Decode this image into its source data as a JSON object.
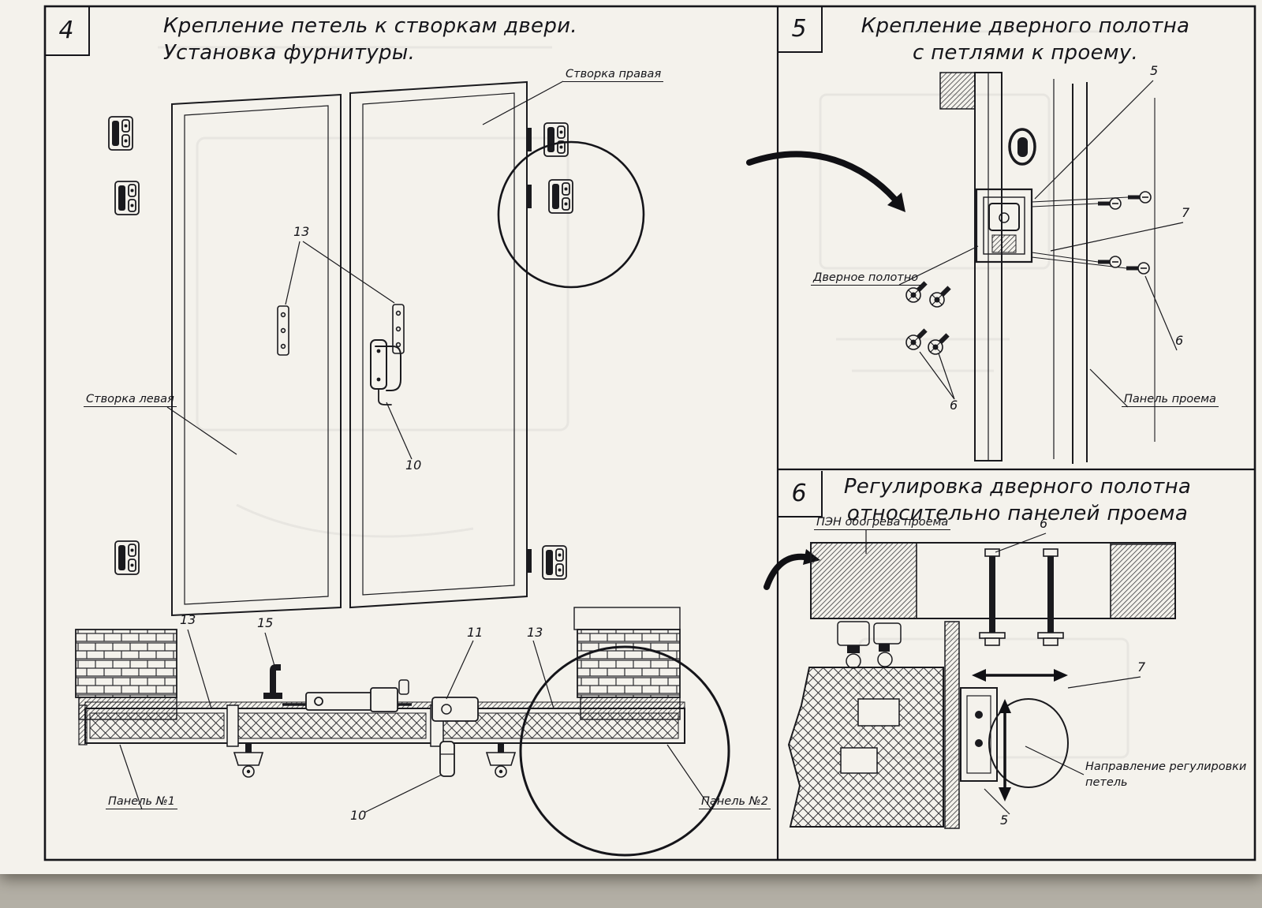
{
  "colors": {
    "paper": "#f4f2ec",
    "ink": "#1a1a1e"
  },
  "panel4": {
    "number": "4",
    "title_line1": "Крепление петель к створкам двери.",
    "title_line2": "Установка фурнитуры.",
    "labels": {
      "right_leaf": "Створка правая",
      "left_leaf": "Створка левая",
      "panel1": "Панель №1",
      "panel2": "Панель №2"
    },
    "callouts": [
      "13",
      "10",
      "13",
      "15",
      "11",
      "13",
      "10"
    ]
  },
  "panel5": {
    "number": "5",
    "title_line1": "Крепление дверного полотна",
    "title_line2": "с петлями к проему.",
    "labels": {
      "door_leaf": "Дверное полотно",
      "opening_panel": "Панель проема"
    },
    "callouts": [
      "5",
      "7",
      "6",
      "6"
    ]
  },
  "panel6": {
    "number": "6",
    "title_line1": "Регулировка дверного полотна",
    "title_line2": "относительно панелей проема",
    "labels": {
      "heater": "ПЭН обогрева проема",
      "adjust_line1": "Направление регулировки",
      "adjust_line2": "петель"
    },
    "callouts": [
      "6",
      "7",
      "5"
    ]
  }
}
